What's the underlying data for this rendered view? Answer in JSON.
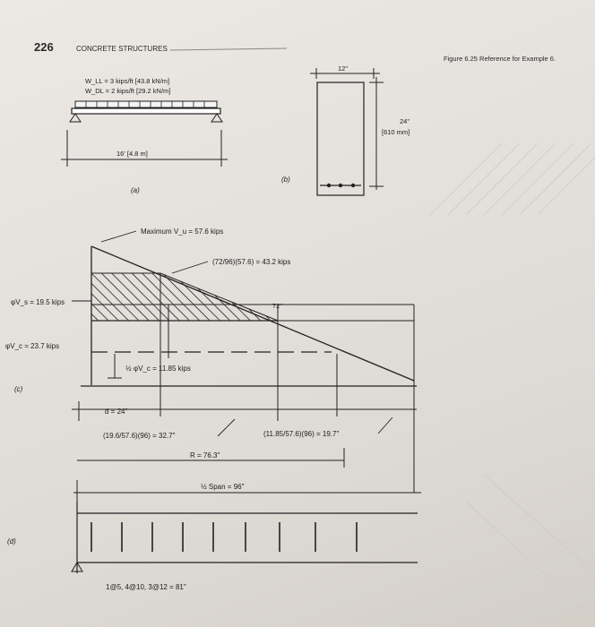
{
  "header": {
    "page_number": "226",
    "running_title": "CONCRETE STRUCTURES",
    "figure_caption": "Figure 6.25 Reference for Example 6."
  },
  "part_a": {
    "load_live": "W_LL = 3 kips/ft [43.8 kN/m]",
    "load_dead": "W_DL = 2 kips/ft [29.2 kN/m]",
    "span": "16' [4.8 m]",
    "label": "(a)"
  },
  "part_b": {
    "width": "12\"",
    "depth": "24\"",
    "depth_si": "[610 mm]",
    "label": "(b)"
  },
  "part_c": {
    "label": "(c)",
    "max_vu": "Maximum V_u = 57.6 kips",
    "vu_at_d": "(72/96)(57.6) = 43.2 kips",
    "phi_vs": "φV_s = 19.5 kips",
    "phi_vc": "φV_c = 23.7 kips",
    "dist_72": "72\"",
    "half_phi_vc": "½ φV_c = 11.85 kips",
    "d": "d = 24\"",
    "dim_327": "(19.6/57.6)(96) = 32.7\"",
    "dim_197": "(11.85/57.6)(96) = 19.7\"",
    "r": "R = 76.3\"",
    "half_span": "½ Span = 96\""
  },
  "part_d": {
    "label": "(d)",
    "spacing": "1@5, 4@10, 3@12 = 81\""
  }
}
